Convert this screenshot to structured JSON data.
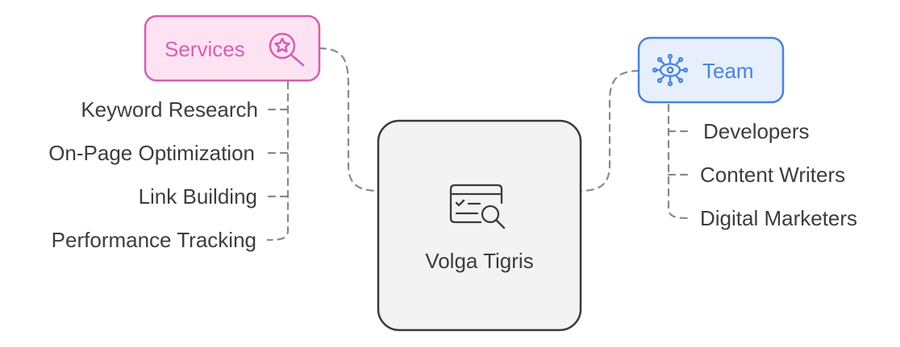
{
  "center": {
    "label": "Volga Tigris",
    "icon": "browser-search-icon"
  },
  "services": {
    "label": "Services",
    "icon": "star-search-icon",
    "color": "#d45fb4",
    "fill": "#fde3f2",
    "items": [
      "Keyword Research",
      "On-Page Optimization",
      "Link Building",
      "Performance Tracking"
    ]
  },
  "team": {
    "label": "Team",
    "icon": "network-eye-icon",
    "color": "#4a84d8",
    "fill": "#e7effc",
    "items": [
      "Developers",
      "Content Writers",
      "Digital Marketers"
    ]
  }
}
